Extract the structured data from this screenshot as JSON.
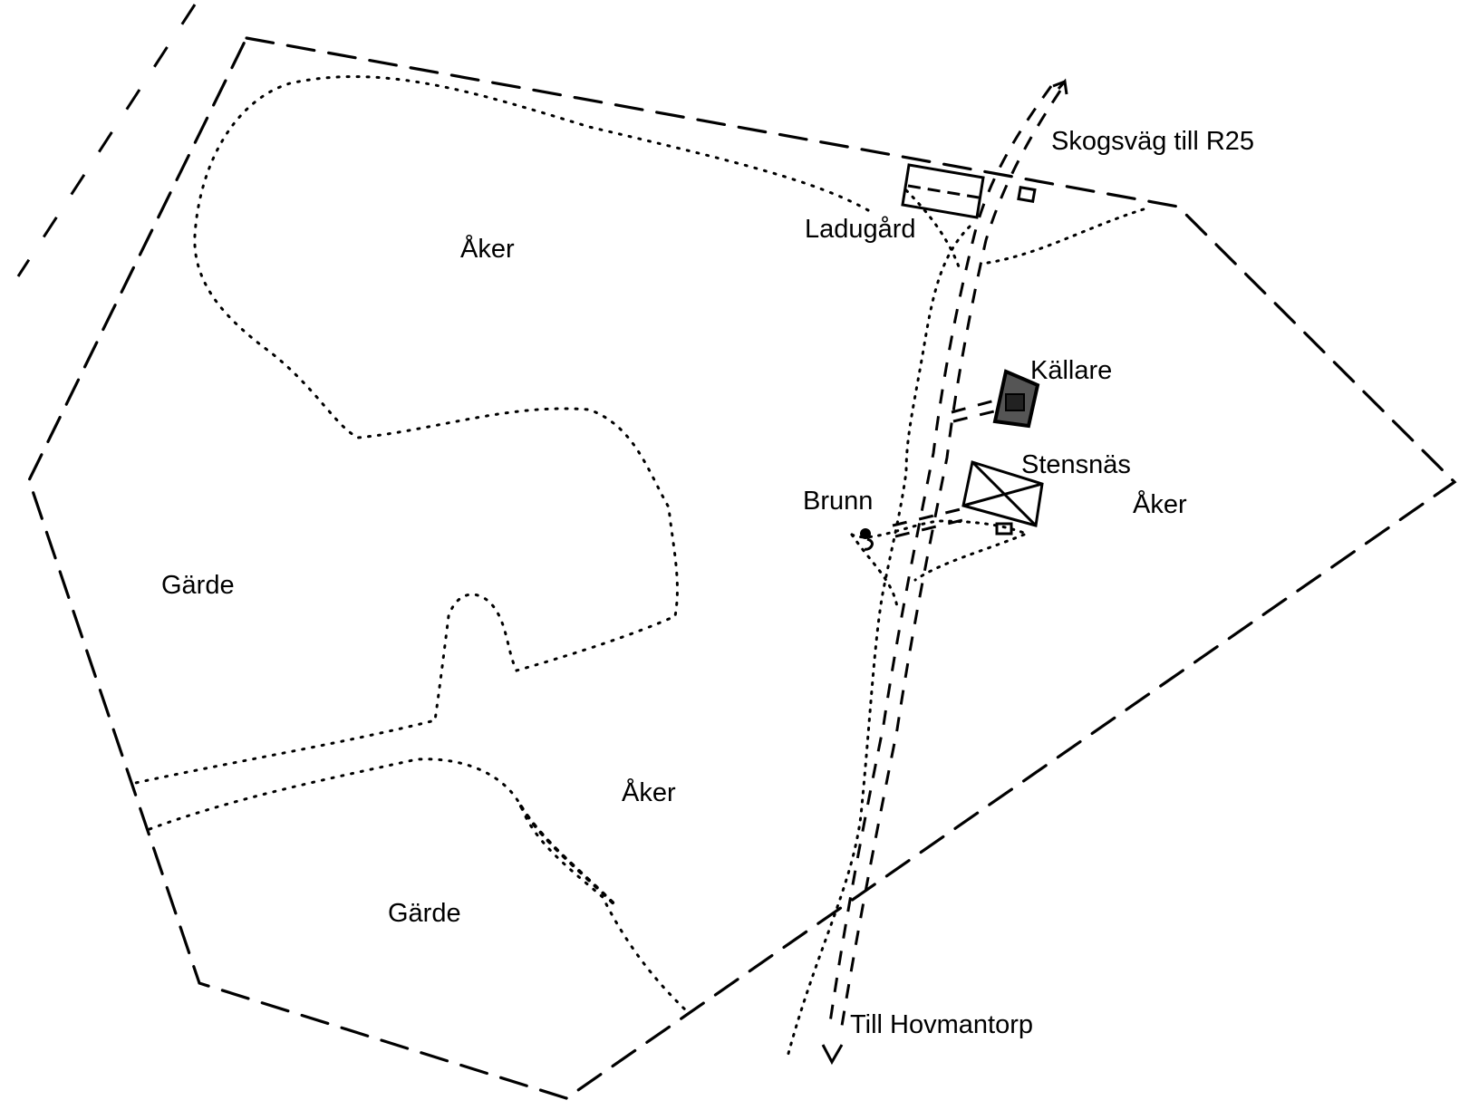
{
  "labels": {
    "field_north": "Åker",
    "field_east": "Åker",
    "field_south": "Åker",
    "pasture_west": "Gärde",
    "pasture_south": "Gärde",
    "barn": "Ladugård",
    "cellar": "Källare",
    "farmstead": "Stensnäs",
    "well": "Brunn",
    "road_north": "Skogsväg till R25",
    "road_south": "Till Hovmantorp"
  }
}
